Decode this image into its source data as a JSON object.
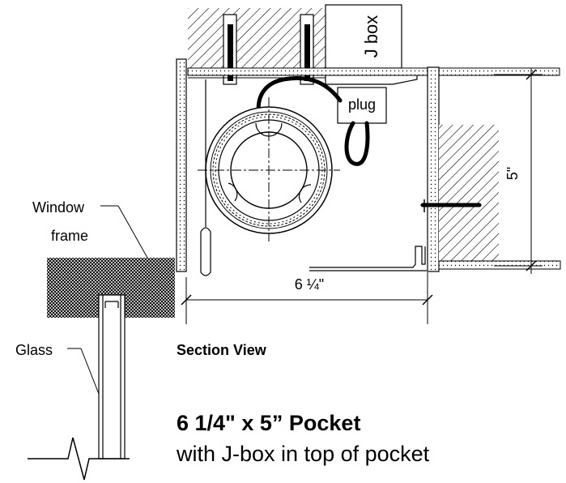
{
  "labels": {
    "jbox": "J box",
    "plug": "plug",
    "window_frame_line1": "Window",
    "window_frame_line2": "frame",
    "glass": "Glass",
    "width_dim": "6 ¼\"",
    "height_dim": "5\"",
    "section_view": "Section View",
    "title": "6 1/4\" x 5” Pocket",
    "subtitle": "with J-box in top of pocket"
  }
}
